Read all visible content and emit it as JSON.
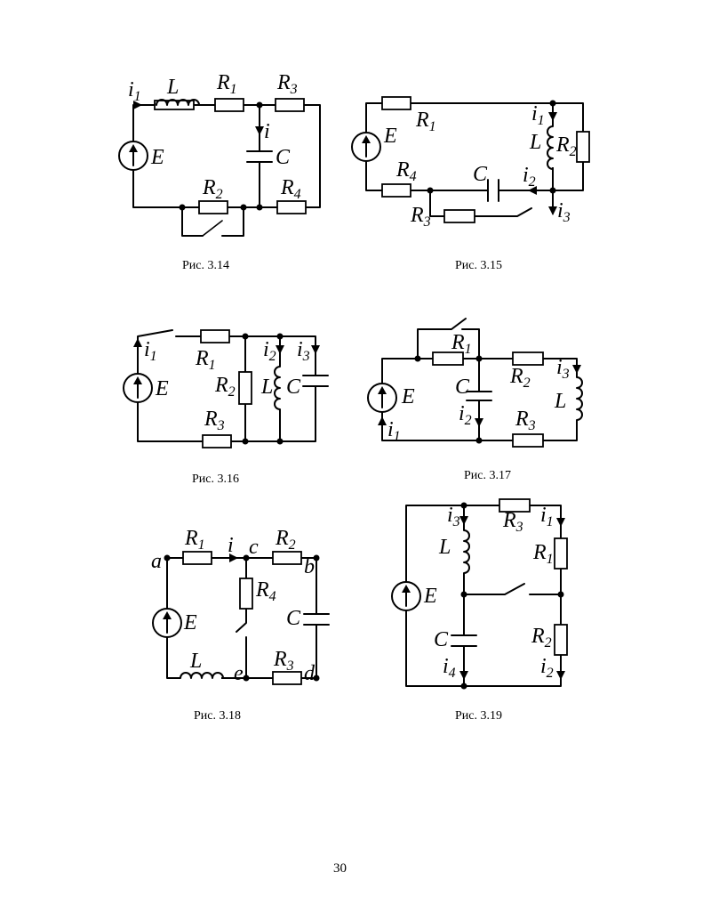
{
  "page_number": "30",
  "figures": [
    {
      "caption": "Рис. 3.14",
      "labels": {
        "i1": "i",
        "i1_sub": "1",
        "L": "L",
        "R1": "R",
        "R1_sub": "1",
        "R3": "R",
        "R3_sub": "3",
        "i": "i",
        "C": "C",
        "E": "E",
        "R2": "R",
        "R2_sub": "2",
        "R4": "R",
        "R4_sub": "4"
      }
    },
    {
      "caption": "Рис. 3.15",
      "labels": {
        "R1": "R",
        "R1_sub": "1",
        "E": "E",
        "i1": "i",
        "i1_sub": "1",
        "L": "L",
        "R2": "R",
        "R2_sub": "2",
        "R4": "R",
        "R4_sub": "4",
        "C": "C",
        "i2": "i",
        "i2_sub": "2",
        "R3": "R",
        "R3_sub": "3",
        "i3": "i",
        "i3_sub": "3"
      }
    },
    {
      "caption": "Рис. 3.16",
      "labels": {
        "i1": "i",
        "i1_sub": "1",
        "R1": "R",
        "R1_sub": "1",
        "i2": "i",
        "i2_sub": "2",
        "i3": "i",
        "i3_sub": "3",
        "E": "E",
        "R2": "R",
        "R2_sub": "2",
        "L": "L",
        "C": "C",
        "R3": "R",
        "R3_sub": "3"
      }
    },
    {
      "caption": "Рис. 3.17",
      "labels": {
        "R1": "R",
        "R1_sub": "1",
        "C": "C",
        "R2": "R",
        "R2_sub": "2",
        "i3": "i",
        "i3_sub": "3",
        "L": "L",
        "E": "E",
        "i2": "i",
        "i2_sub": "2",
        "R3": "R",
        "R3_sub": "3",
        "i1": "i",
        "i1_sub": "1"
      }
    },
    {
      "caption": "Рис. 3.18",
      "labels": {
        "R1": "R",
        "R1_sub": "1",
        "i": "i",
        "c": "c",
        "R2": "R",
        "R2_sub": "2",
        "a": "a",
        "b": "b",
        "R4": "R",
        "R4_sub": "4",
        "C": "C",
        "E": "E",
        "L": "L",
        "e": "e",
        "R3": "R",
        "R3_sub": "3",
        "d": "d"
      }
    },
    {
      "caption": "Рис. 3.19",
      "labels": {
        "i3": "i",
        "i3_sub": "3",
        "R3": "R",
        "R3_sub": "3",
        "i1": "i",
        "i1_sub": "1",
        "L": "L",
        "R1": "R",
        "R1_sub": "1",
        "E": "E",
        "C": "C",
        "R2": "R",
        "R2_sub": "2",
        "i4": "i",
        "i4_sub": "4",
        "i2": "i",
        "i2_sub": "2"
      }
    }
  ]
}
